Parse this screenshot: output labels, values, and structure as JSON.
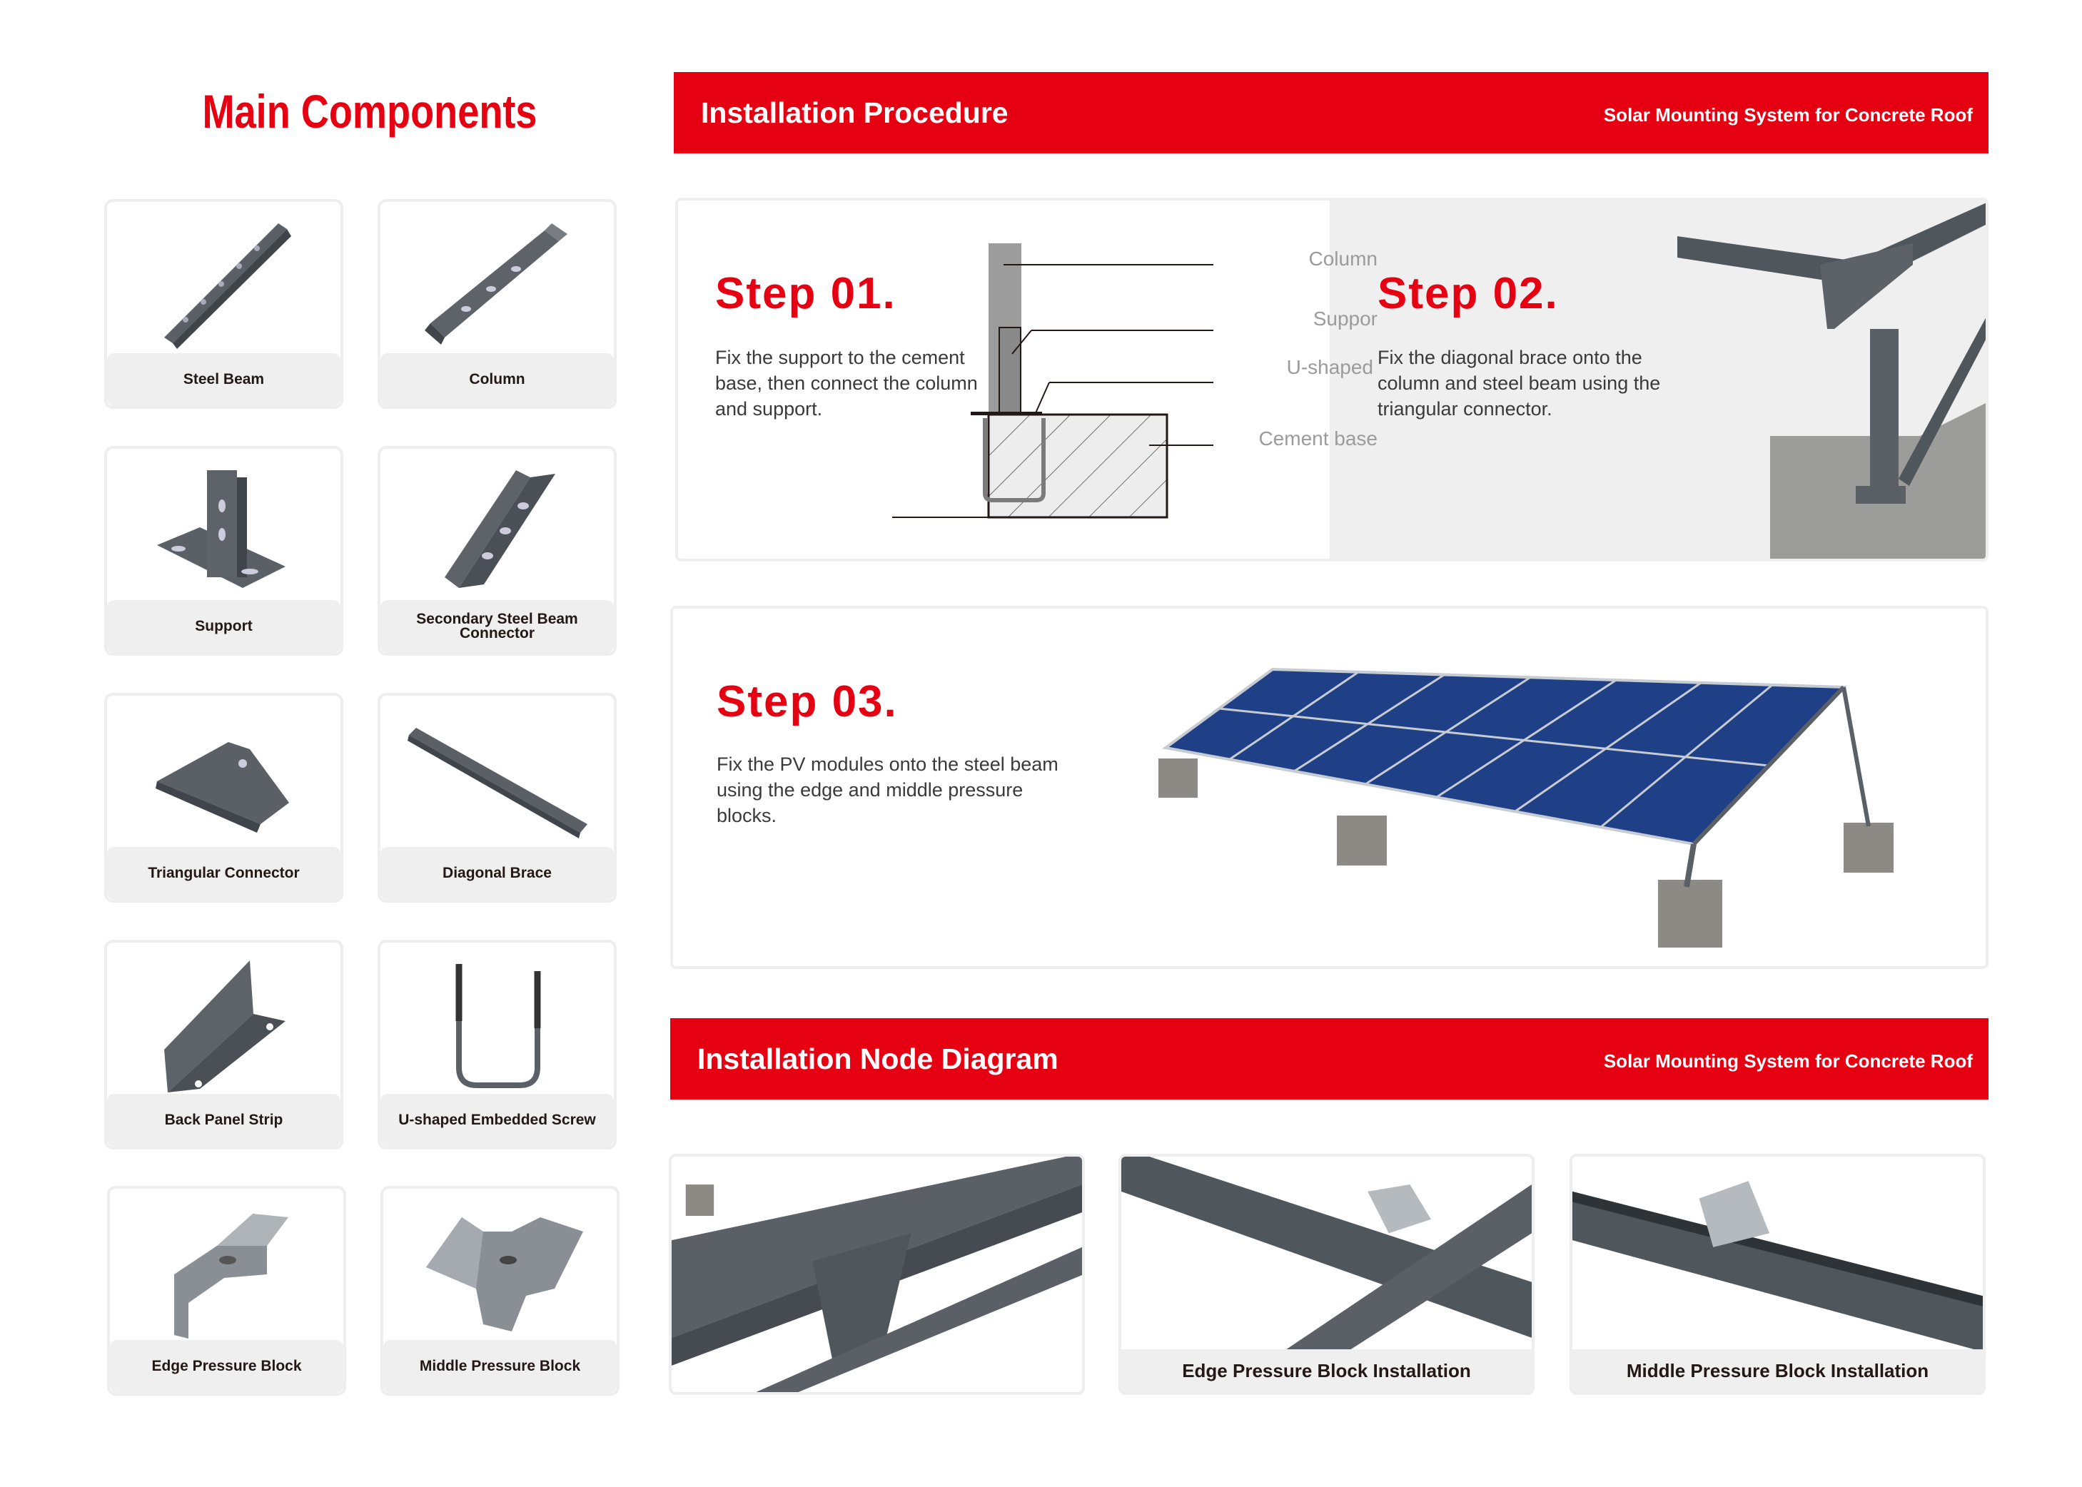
{
  "main_components": {
    "title": "Main Components",
    "items": [
      {
        "label": "Steel Beam",
        "icon": "steel-beam-icon"
      },
      {
        "label": "Column",
        "icon": "column-icon"
      },
      {
        "label": "Support",
        "icon": "support-icon"
      },
      {
        "label": "Secondary Steel Beam Connector",
        "icon": "secondary-connector-icon"
      },
      {
        "label": "Triangular Connector",
        "icon": "triangular-connector-icon"
      },
      {
        "label": "Diagonal Brace",
        "icon": "diagonal-brace-icon"
      },
      {
        "label": "Back Panel Strip",
        "icon": "back-panel-strip-icon"
      },
      {
        "label": "U-shaped Embedded Screw",
        "icon": "u-screw-icon"
      },
      {
        "label": "Edge Pressure Block",
        "icon": "edge-pressure-block-icon"
      },
      {
        "label": "Middle Pressure Block",
        "icon": "middle-pressure-block-icon"
      }
    ]
  },
  "installation_procedure": {
    "title": "Installation Procedure",
    "subtitle": "Solar Mounting System for Concrete Roof",
    "steps": [
      {
        "heading": "Step 01.",
        "text": "Fix the support to the cement base, then connect the column and support.",
        "diagram_labels": [
          "Column",
          "Suppor",
          "U-shaped",
          "Cement base"
        ]
      },
      {
        "heading": "Step 02.",
        "text": "Fix the diagonal brace onto the column and steel beam using the triangular connector."
      },
      {
        "heading": "Step 03.",
        "text": "Fix the PV modules onto the steel beam using the edge and middle pressure blocks."
      }
    ]
  },
  "node_diagram": {
    "title": "Installation Node Diagram",
    "subtitle": "Solar Mounting System for Concrete Roof",
    "images": [
      {
        "label": ""
      },
      {
        "label": "Edge Pressure Block Installation"
      },
      {
        "label": "Middle Pressure Block Installation"
      }
    ]
  },
  "colors": {
    "accent": "#e50012",
    "steel": "#5a6066",
    "panel": "#1f3f86"
  }
}
